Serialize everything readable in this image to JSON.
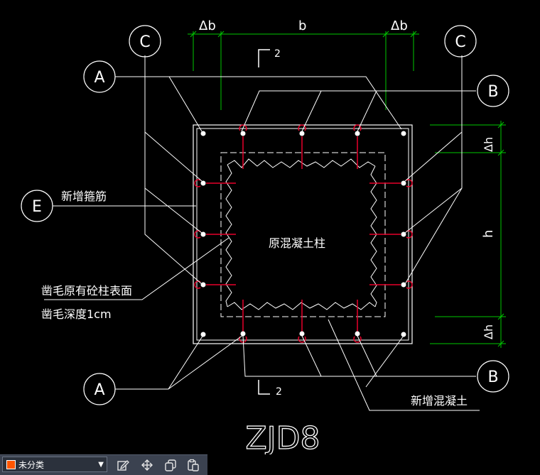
{
  "drawing": {
    "title": "ZJD8",
    "labels": {
      "new_stirrup": "新增箍筋",
      "roughen_surface": "凿毛原有砼柱表面",
      "roughen_depth": "凿毛深度1cm",
      "original_column": "原混凝土柱",
      "new_concrete": "新增混凝土"
    },
    "dimensions": {
      "delta_b": "Δb",
      "b": "b",
      "h": "h",
      "delta_h": "Δh"
    },
    "section_marks": {
      "top": "2",
      "bottom": "2"
    },
    "callouts": {
      "a": "A",
      "b": "B",
      "c": "C",
      "e": "E"
    }
  },
  "toolbar": {
    "layer": "未分类",
    "layer_color": "#ff5500",
    "icons": [
      "edit-icon",
      "move-icon",
      "copy-icon",
      "paste-icon"
    ]
  }
}
